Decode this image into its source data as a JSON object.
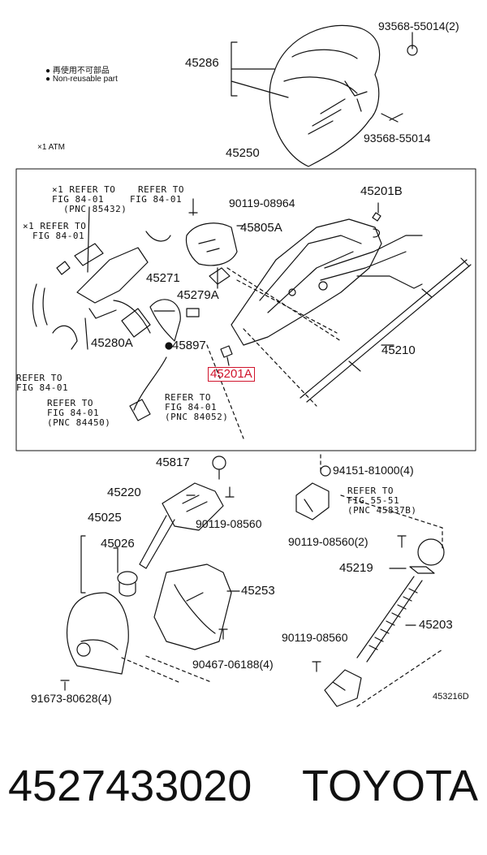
{
  "legend": {
    "dot": "●",
    "non_reusable_jp": "再使用不可部品",
    "non_reusable_en": "Non-reusable part",
    "atm_note": "×1  ATM"
  },
  "labels": {
    "p45286": "45286",
    "p93568_55014_2": "93568-55014(2)",
    "p93568_55014": "93568-55014",
    "p45250": "45250",
    "p90119_08964": "90119-08964",
    "p45201B": "45201B",
    "p45805A": "45805A",
    "p45271": "45271",
    "p45279A": "45279A",
    "p45280A": "45280A",
    "p45897": "●45897",
    "p45201A": "45201A",
    "p45210": "45210",
    "p45817": "45817",
    "p94151_81000": "94151-81000(4)",
    "p45220": "45220",
    "p90119_08560_a": "90119-08560",
    "p45025": "45025",
    "p45026": "45026",
    "p90119_08560_2": "90119-08560(2)",
    "p45219": "45219",
    "p45253": "45253",
    "p45203": "45203",
    "p90119_08560_b": "90119-08560",
    "p90467_06188": "90467-06188(4)",
    "p91673_80628": "91673-80628(4)",
    "drawing_no": "453216D"
  },
  "refs": {
    "r1_l1": "×1 REFER TO",
    "r1_l2": "FIG 84-01",
    "r1_l3": "(PNC 85432)",
    "r2_l1": "REFER TO",
    "r2_l2": "FIG 84-01",
    "r3_l1": "×1 REFER TO",
    "r3_l2": "FIG 84-01",
    "r4_l1": "REFER TO",
    "r4_l2": "FIG 84-01",
    "r5_l1": "REFER TO",
    "r5_l2": "FIG 84-01",
    "r5_l3": "(PNC 84450)",
    "r6_l1": "REFER TO",
    "r6_l2": "FIG 84-01",
    "r6_l3": "(PNC 84052)",
    "r7_l1": "REFER TO",
    "r7_l2": "FIG 55-51",
    "r7_l3": "(PNC 45837B)"
  },
  "caption": {
    "part_number": "4527433020",
    "brand": "TOYOTA"
  },
  "colors": {
    "line": "#111111",
    "highlight": "#d0142c"
  }
}
